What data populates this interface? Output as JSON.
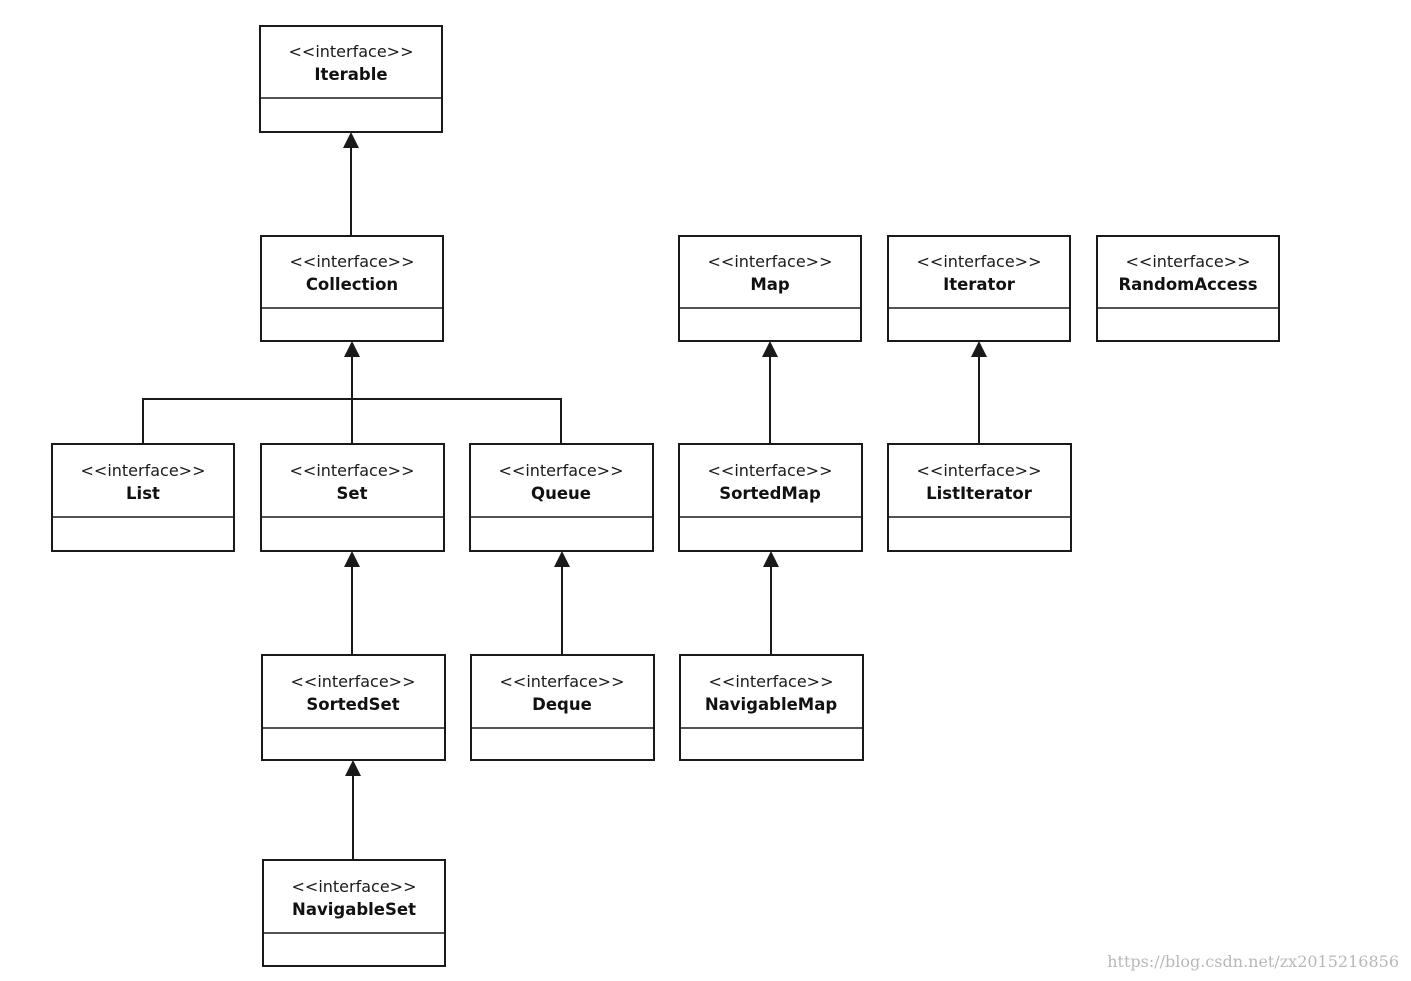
{
  "colors": {
    "background": "#ffffff",
    "stroke": "#1a1a1a",
    "text": "#111111",
    "watermark": "#b8b8b8"
  },
  "interfaces": {
    "iterable": {
      "stereotype": "<<interface>>",
      "name": "Iterable"
    },
    "collection": {
      "stereotype": "<<interface>>",
      "name": "Collection"
    },
    "map": {
      "stereotype": "<<interface>>",
      "name": "Map"
    },
    "iterator": {
      "stereotype": "<<interface>>",
      "name": "Iterator"
    },
    "randomaccess": {
      "stereotype": "<<interface>>",
      "name": "RandomAccess"
    },
    "list": {
      "stereotype": "<<interface>>",
      "name": "List"
    },
    "set": {
      "stereotype": "<<interface>>",
      "name": "Set"
    },
    "queue": {
      "stereotype": "<<interface>>",
      "name": "Queue"
    },
    "sortedmap": {
      "stereotype": "<<interface>>",
      "name": "SortedMap"
    },
    "listiterator": {
      "stereotype": "<<interface>>",
      "name": "ListIterator"
    },
    "sortedset": {
      "stereotype": "<<interface>>",
      "name": "SortedSet"
    },
    "deque": {
      "stereotype": "<<interface>>",
      "name": "Deque"
    },
    "navigablemap": {
      "stereotype": "<<interface>>",
      "name": "NavigableMap"
    },
    "navigableset": {
      "stereotype": "<<interface>>",
      "name": "NavigableSet"
    }
  },
  "relations": [
    {
      "from": "collection",
      "to": "iterable"
    },
    {
      "from": "list",
      "to": "collection"
    },
    {
      "from": "set",
      "to": "collection"
    },
    {
      "from": "queue",
      "to": "collection"
    },
    {
      "from": "sortedset",
      "to": "set"
    },
    {
      "from": "navigableset",
      "to": "sortedset"
    },
    {
      "from": "deque",
      "to": "queue"
    },
    {
      "from": "sortedmap",
      "to": "map"
    },
    {
      "from": "navigablemap",
      "to": "sortedmap"
    },
    {
      "from": "listiterator",
      "to": "iterator"
    }
  ],
  "watermark": "https://blog.csdn.net/zx2015216856"
}
